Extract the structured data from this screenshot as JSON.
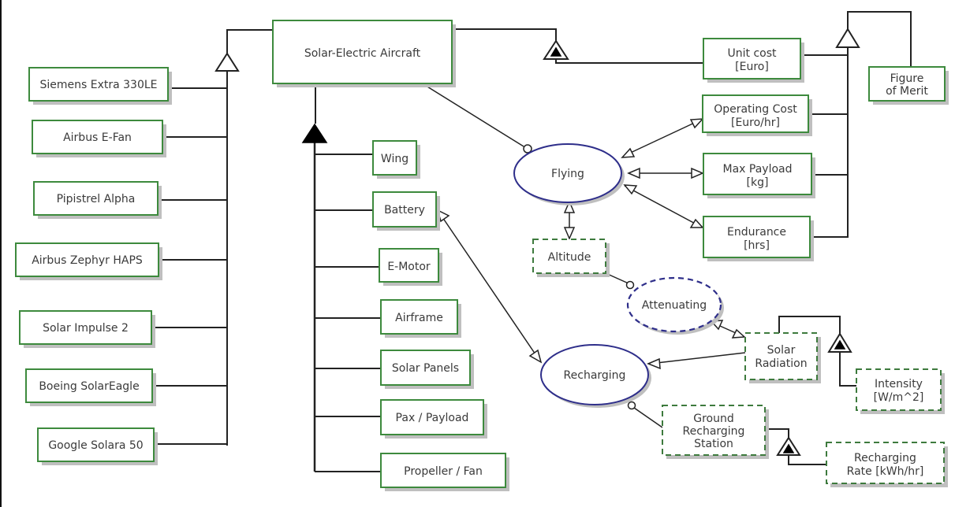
{
  "diagram": {
    "type": "OPM (Object-Process Methodology) model",
    "root": {
      "label": "Solar-Electric Aircraft"
    },
    "specializations": [
      {
        "label": "Siemens Extra 330LE"
      },
      {
        "label": "Airbus E-Fan"
      },
      {
        "label": "Pipistrel Alpha"
      },
      {
        "label": "Airbus Zephyr HAPS"
      },
      {
        "label": "Solar Impulse 2"
      },
      {
        "label": "Boeing SolarEagle"
      },
      {
        "label": "Google Solara 50"
      }
    ],
    "parts": [
      {
        "label": "Wing"
      },
      {
        "label": "Battery"
      },
      {
        "label": "E-Motor"
      },
      {
        "label": "Airframe"
      },
      {
        "label": "Solar Panels"
      },
      {
        "label": "Pax / Payload"
      },
      {
        "label": "Propeller / Fan"
      }
    ],
    "attributes": [
      {
        "line1": "Unit cost",
        "line2": "[Euro]"
      },
      {
        "line1": "Operating Cost",
        "line2": "[Euro/hr]"
      },
      {
        "line1": "Max Payload",
        "line2": "[kg]"
      },
      {
        "line1": "Endurance",
        "line2": "[hrs]"
      }
    ],
    "figure_of_merit": {
      "line1": "Figure",
      "line2": "of Merit"
    },
    "processes": {
      "flying": "Flying",
      "recharging": "Recharging",
      "attenuating": "Attenuating"
    },
    "environment": {
      "altitude": "Altitude",
      "solar_radiation": {
        "line1": "Solar",
        "line2": "Radiation"
      },
      "intensity": {
        "line1": "Intensity",
        "line2": "[W/m^2]"
      },
      "ground_station": {
        "line1": "Ground",
        "line2": "Recharging",
        "line3": "Station"
      },
      "recharging_rate": {
        "line1": "Recharging",
        "line2": "Rate [kWh/hr]"
      }
    },
    "colors": {
      "object_border": "#3d8a3d",
      "process_border": "#2e2e8a",
      "link": "#222222"
    }
  }
}
